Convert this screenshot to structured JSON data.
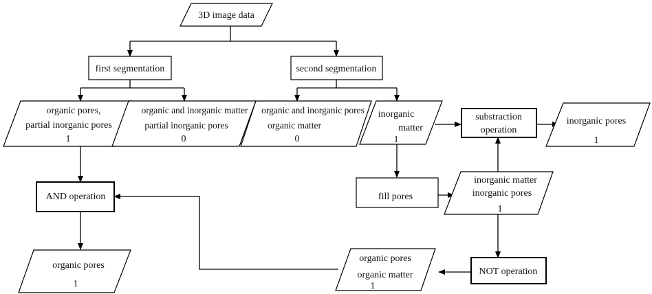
{
  "nodes": {
    "image_data": {
      "lines": [
        "3D image data"
      ]
    },
    "first_seg": {
      "lines": [
        "first segmentation"
      ]
    },
    "second_seg": {
      "lines": [
        "second segmentation"
      ]
    },
    "p1": {
      "lines": [
        "organic pores,",
        "partial inorganic pores"
      ],
      "value": "1"
    },
    "p2": {
      "lines": [
        "organic and inorganic matter",
        "partial inorganic pores"
      ],
      "value": "0"
    },
    "p3": {
      "lines": [
        "organic and inorganic pores",
        "organic matter"
      ],
      "value": "0"
    },
    "p4": {
      "lines": [
        "inorganic",
        "matter"
      ],
      "value": "1"
    },
    "subtraction": {
      "lines": [
        "substraction",
        "operation"
      ]
    },
    "inorg_pores": {
      "lines": [
        "inorganic pores"
      ],
      "value": "1"
    },
    "fill_pores": {
      "lines": [
        "fill  pores"
      ]
    },
    "p5": {
      "lines": [
        "inorganic matter",
        "inorganic pores"
      ],
      "value": "1"
    },
    "and_op": {
      "lines": [
        "AND operation"
      ]
    },
    "not_op": {
      "lines": [
        "NOT operation"
      ]
    },
    "p6": {
      "lines": [
        "organic pores",
        "organic matter"
      ],
      "value": "1"
    },
    "p7": {
      "lines": [
        "organic pores"
      ],
      "value": "1"
    }
  }
}
